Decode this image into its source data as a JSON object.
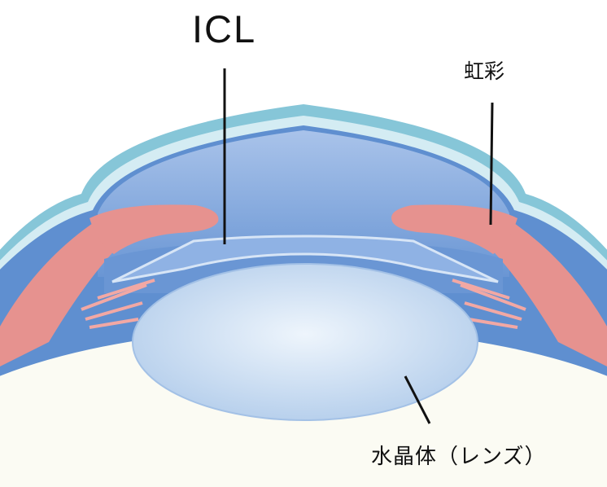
{
  "labels": {
    "icl": "ICL",
    "iris": "虹彩",
    "lens": "水晶体（レンズ）"
  },
  "colors": {
    "cornea_outline": "#86c6d8",
    "cornea_inner": "#d4ecf3",
    "anterior_chamber": "#6a96d4",
    "anterior_chamber_light": "#a9c3ea",
    "sclera_band": "#5f8fd0",
    "iris": "#e6928f",
    "zonule": "#f2a8a4",
    "lens": "#b9d3ee",
    "lens_highlight": "#eef5fc",
    "eyeball": "#fbfbf3",
    "icl_fill": "#8fb2e4",
    "icl_edge": "#d7e5f6",
    "leader_line": "#111111"
  }
}
